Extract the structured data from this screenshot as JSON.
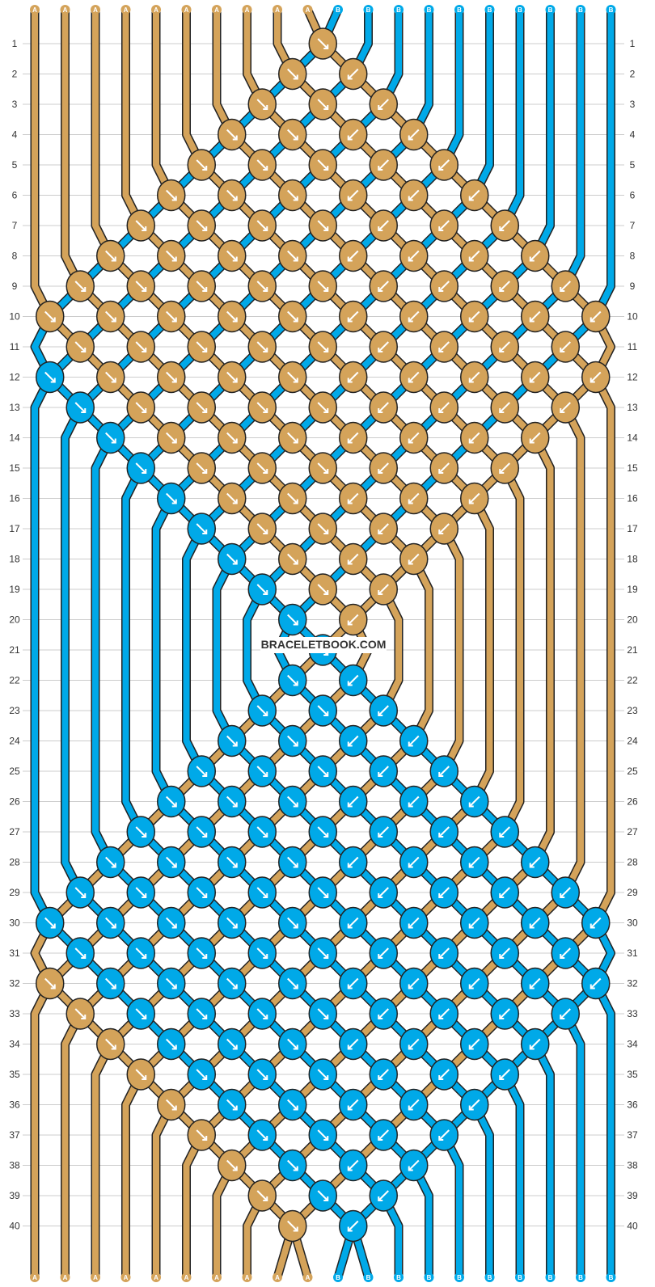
{
  "watermark": "BRACELETBOOK.COM",
  "pattern": {
    "strings_top": [
      "A",
      "A",
      "A",
      "A",
      "A",
      "A",
      "A",
      "A",
      "A",
      "A",
      "B",
      "B",
      "B",
      "B",
      "B",
      "B",
      "B",
      "B",
      "B",
      "B"
    ],
    "strings_bottom": [
      "A",
      "A",
      "A",
      "A",
      "A",
      "A",
      "A",
      "A",
      "A",
      "A",
      "B",
      "B",
      "B",
      "B",
      "B",
      "B",
      "B",
      "B",
      "B",
      "B"
    ],
    "rows": 40,
    "colors": {
      "A": "#d4a35a",
      "B": "#00a9e8",
      "grid": "#cccccc",
      "outline": "#222222"
    }
  }
}
